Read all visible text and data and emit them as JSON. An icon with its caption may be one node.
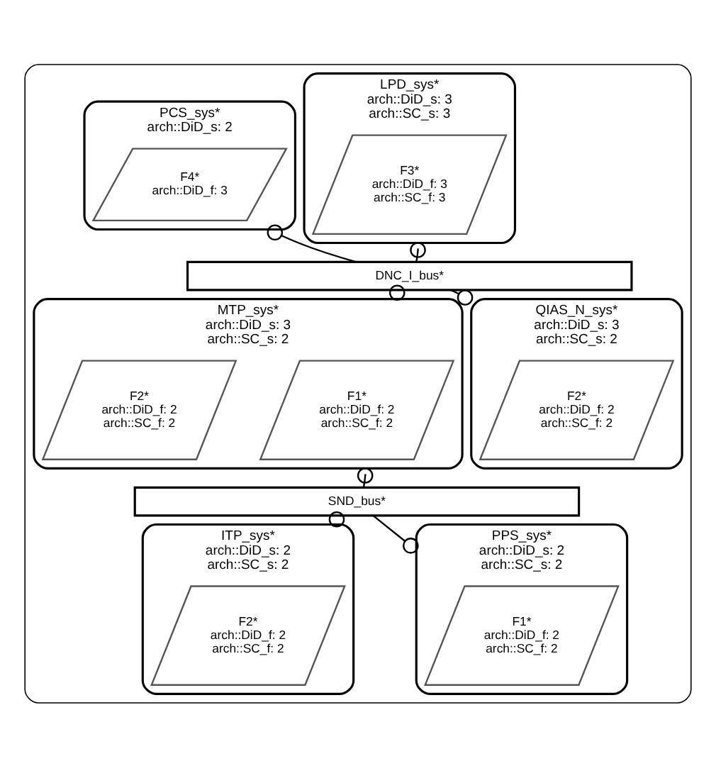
{
  "diagram": {
    "nodes": [
      {
        "text": [],
        "shape": "box"
      },
      {
        "text": [
          "LPD_sys*",
          "arch::DiD_s: 3",
          "arch::SC_s: 3"
        ],
        "in": 0
      },
      {
        "text": [
          "F3*",
          "arch::DiD_f: 3",
          "arch::SC_f: 3"
        ],
        "in": 1
      },
      {
        "text": [
          "PCS_sys*",
          "arch::DiD_s: 2"
        ],
        "in": 0
      },
      {
        "text": [
          "F4*",
          "arch::DiD_f: 3"
        ],
        "in": 3
      },
      {
        "text": [
          "DNC_I_bus*"
        ],
        "in": 0
      },
      {
        "text": [
          "MTP_sys*",
          "arch::DiD_s: 3",
          "arch::SC_s: 2"
        ],
        "in": 0
      },
      {
        "text": [
          "F1*",
          "arch::DiD_f: 2",
          "arch::SC_f: 2"
        ],
        "in": 6
      },
      {
        "text": [
          "F2*",
          "arch::DiD_f: 2",
          "arch::SC_f: 2"
        ],
        "in": 6
      },
      {
        "text": [
          "QIAS_N_sys*",
          "arch::DiD_s: 3",
          "arch::SC_s: 2"
        ],
        "in": 0
      },
      {
        "text": [
          "F2*",
          "arch::DiD_f: 2",
          "arch::SC_f: 2"
        ],
        "in": 9
      },
      {
        "text": [
          "SND_bus*"
        ],
        "in": 0
      },
      {
        "text": [
          "ITP_sys*",
          "arch::DiD_s: 2",
          "arch::SC_s: 2"
        ],
        "in": 0
      },
      {
        "text": [
          "F2*",
          "arch::DiD_f: 2",
          "arch::SC_f: 2"
        ],
        "in": 12
      },
      {
        "text": [
          "PPS_sys*",
          "arch::DiD_s: 2",
          "arch::SC_s: 2"
        ],
        "in": 0
      },
      {
        "text": [
          "F1*",
          "arch::DiD_f: 2",
          "arch::SC_f: 2"
        ],
        "in": 14
      }
    ],
    "edges": [
      {
        "from": 1,
        "to": 5,
        "arrow": "other"
      },
      {
        "from": 3,
        "to": 5,
        "arrow": "other"
      },
      {
        "from": 6,
        "to": 5,
        "arrow": "other"
      },
      {
        "from": 9,
        "to": 5,
        "arrow": "other"
      },
      {
        "from": 6,
        "to": 11,
        "arrow": "other"
      },
      {
        "from": 12,
        "to": 11,
        "arrow": "other"
      },
      {
        "from": 14,
        "to": 11,
        "arrow": "other"
      }
    ]
  }
}
